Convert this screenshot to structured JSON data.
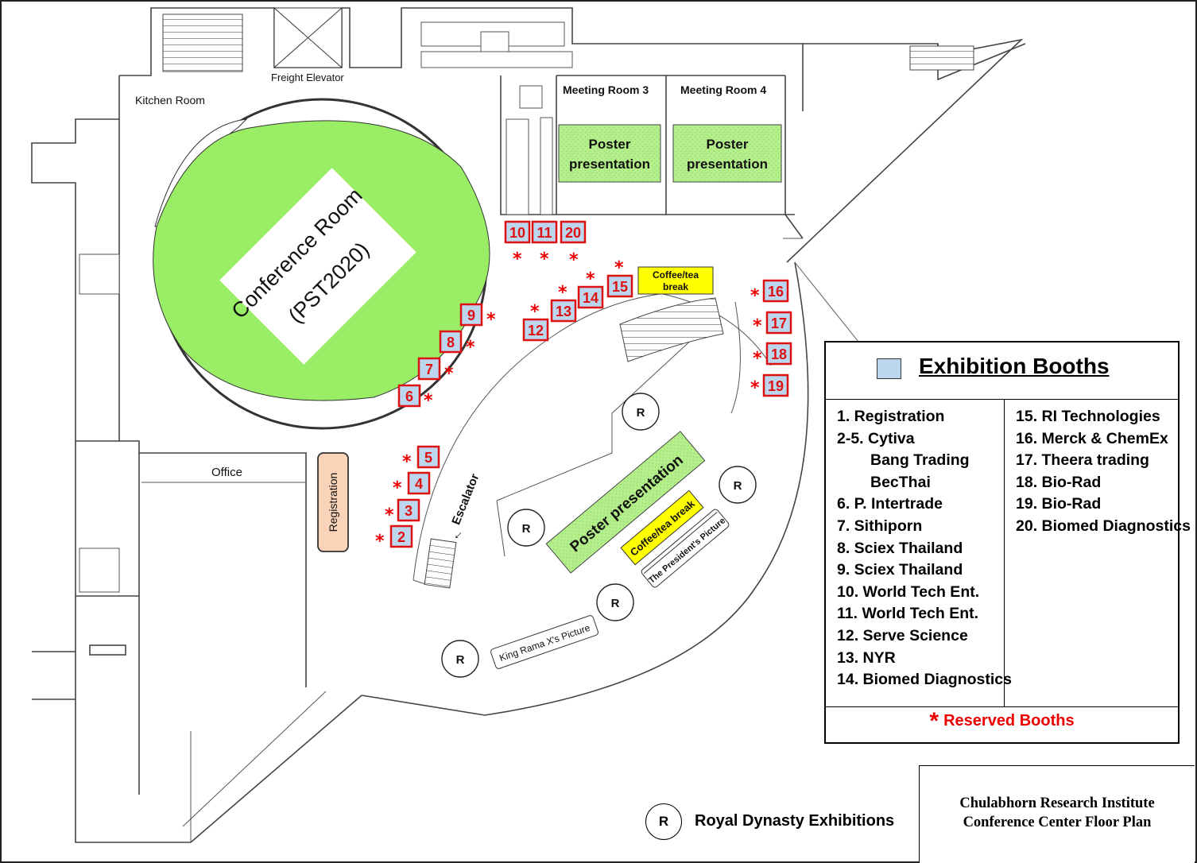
{
  "rooms": {
    "kitchen": "Kitchen Room",
    "freight_elevator": "Freight Elevator",
    "meeting_room_3": "Meeting Room 3",
    "meeting_room_4": "Meeting Room 4",
    "conference_line1": "Conference Room",
    "conference_line2": "(PST2020)",
    "office": "Office",
    "registration": "Registration",
    "escalator": "Escalator"
  },
  "posters": {
    "line1": "Poster",
    "line2": "presentation",
    "long": "Poster presentation"
  },
  "coffee": {
    "line1": "Coffee/tea",
    "line2": "break",
    "rotated": "Coffee/tea break"
  },
  "pictures": {
    "president": "The President's Picture",
    "king": "King Rama X's Picture"
  },
  "royal_marker": "R",
  "booths": [
    "2",
    "3",
    "4",
    "5",
    "6",
    "7",
    "8",
    "9",
    "10",
    "11",
    "20",
    "12",
    "13",
    "14",
    "15",
    "16",
    "17",
    "18",
    "19"
  ],
  "legend": {
    "title": "Exhibition Booths",
    "left": [
      "1. Registration",
      "2-5. Cytiva",
      "Bang Trading",
      "BecThai",
      "6. P. Intertrade",
      "7. Sithiporn",
      "8. Sciex Thailand",
      "9. Sciex Thailand",
      "10. World Tech Ent.",
      "11. World Tech Ent.",
      "12. Serve Science",
      "13. NYR",
      "14. Biomed Diagnostics"
    ],
    "right": [
      "15. RI Technologies",
      "16. Merck & ChemEx",
      "17. Theera trading",
      "18. Bio-Rad",
      "19. Bio-Rad",
      "20. Biomed Diagnostics"
    ],
    "reserved_star": "*",
    "reserved": "Reserved Booths"
  },
  "royal_legend": {
    "marker": "R",
    "label": "Royal Dynasty Exhibitions"
  },
  "title_block": {
    "line1": "Chulabhorn Research Institute",
    "line2": "Conference Center Floor Plan"
  },
  "colors": {
    "booth_fill": "#bcd6ee",
    "booth_border": "#dd1111",
    "reserved_star": "#ee0000",
    "conference_green": "#99ee66",
    "poster_green": "#b5ef8c",
    "coffee_yellow": "#ffff00",
    "registration_peach": "#fbd3b8"
  }
}
